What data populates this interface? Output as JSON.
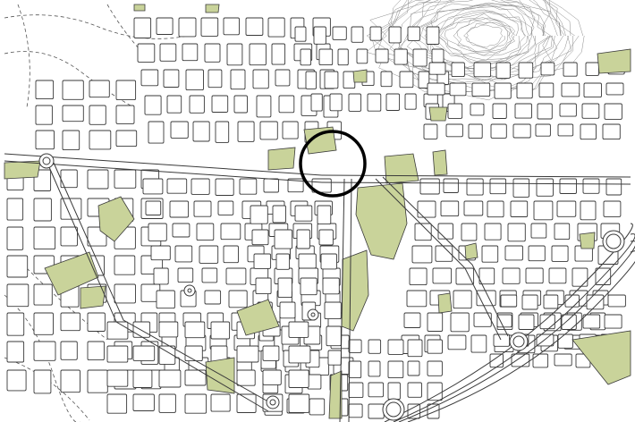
{
  "map": {
    "colors": {
      "background": "#ffffff",
      "block_stroke": "#3a3a3a",
      "green_space": "#c9d39a",
      "highlight_ring": "#000000",
      "contour": "#8c8c8c"
    },
    "features": {
      "highlight_circle": "location-marker-ring",
      "terrain": "topographic-contours",
      "roundabouts": 7,
      "green_areas": 22
    }
  }
}
